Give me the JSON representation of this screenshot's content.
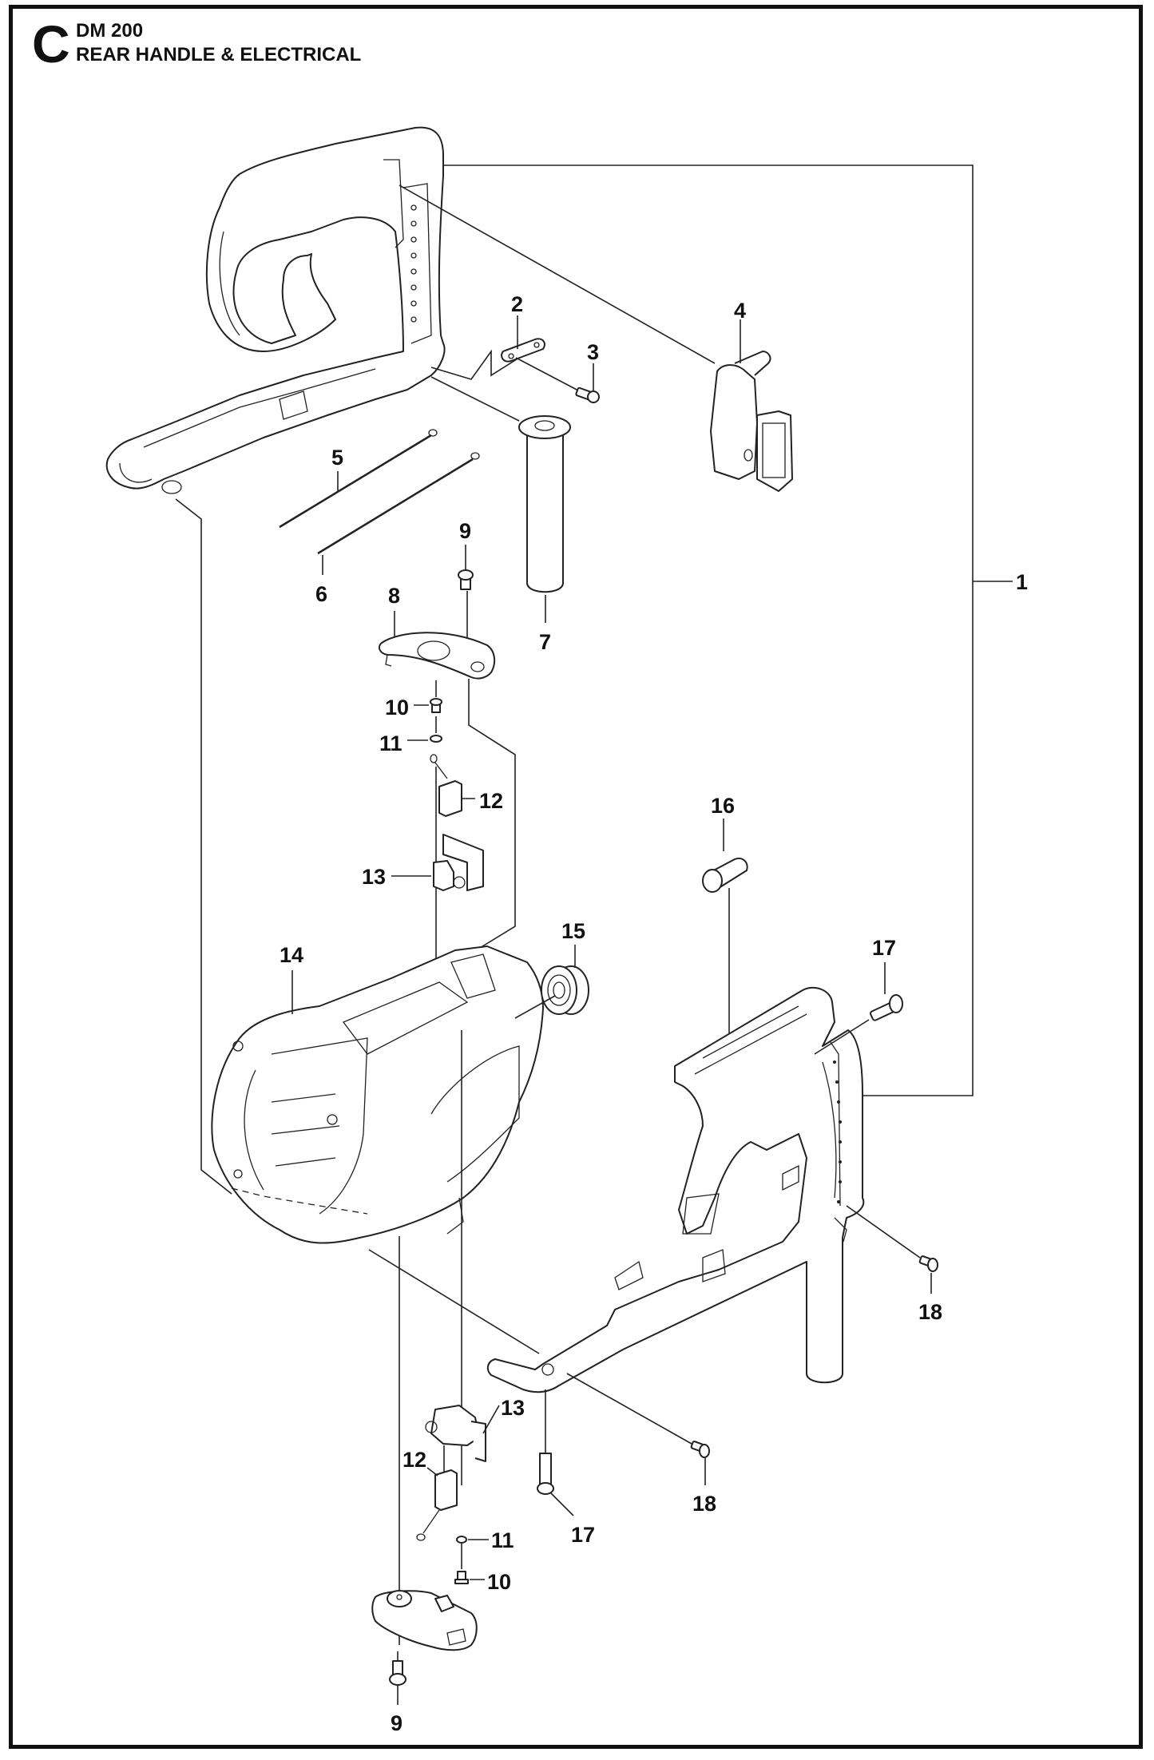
{
  "header": {
    "section_letter": "C",
    "model": "DM 200",
    "title": "REAR HANDLE & ELECTRICAL"
  },
  "callouts": [
    {
      "id": "c1",
      "number": "1",
      "part": "rear-handle-assembly"
    },
    {
      "id": "c2",
      "number": "2",
      "part": "cable-clamp"
    },
    {
      "id": "c3",
      "number": "3",
      "part": "clamp-screw"
    },
    {
      "id": "c4",
      "number": "4",
      "part": "trigger-switch"
    },
    {
      "id": "c5",
      "number": "5",
      "part": "wire-lead-a"
    },
    {
      "id": "c6",
      "number": "6",
      "part": "wire-lead-b"
    },
    {
      "id": "c7",
      "number": "7",
      "part": "cable-sleeve"
    },
    {
      "id": "c8",
      "number": "8",
      "part": "brush-cover-top"
    },
    {
      "id": "c9a",
      "number": "9",
      "part": "cover-screw-top"
    },
    {
      "id": "c10a",
      "number": "10",
      "part": "brush-screw-top"
    },
    {
      "id": "c11a",
      "number": "11",
      "part": "washer-top"
    },
    {
      "id": "c12a",
      "number": "12",
      "part": "carbon-brush-top"
    },
    {
      "id": "c13a",
      "number": "13",
      "part": "brush-holder-top"
    },
    {
      "id": "c14",
      "number": "14",
      "part": "motor-housing"
    },
    {
      "id": "c15",
      "number": "15",
      "part": "bearing"
    },
    {
      "id": "c16",
      "number": "16",
      "part": "pin"
    },
    {
      "id": "c17a",
      "number": "17",
      "part": "handle-screw-long-upper"
    },
    {
      "id": "c18a",
      "number": "18",
      "part": "handle-screw-short-upper"
    },
    {
      "id": "c13b",
      "number": "13",
      "part": "brush-holder-bottom"
    },
    {
      "id": "c12b",
      "number": "12",
      "part": "carbon-brush-bottom"
    },
    {
      "id": "c11b",
      "number": "11",
      "part": "washer-bottom"
    },
    {
      "id": "c10b",
      "number": "10",
      "part": "brush-screw-bottom"
    },
    {
      "id": "c17b",
      "number": "17",
      "part": "handle-screw-long-lower"
    },
    {
      "id": "c18b",
      "number": "18",
      "part": "handle-screw-short-lower"
    },
    {
      "id": "c9b",
      "number": "9",
      "part": "cover-screw-bottom"
    }
  ],
  "colors": {
    "ink": "#111111",
    "paper": "#ffffff"
  }
}
